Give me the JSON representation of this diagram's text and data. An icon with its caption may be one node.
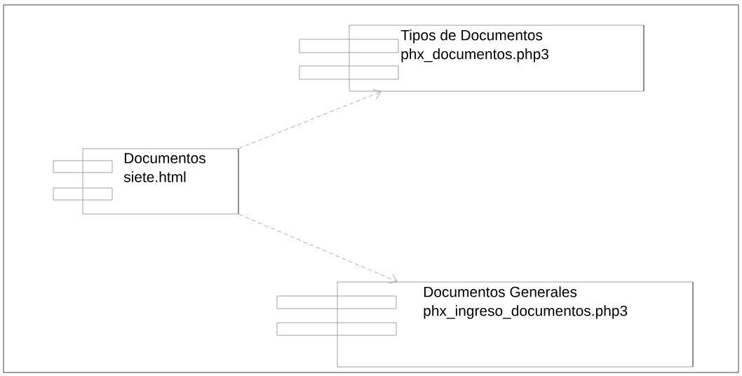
{
  "diagram": {
    "nodes": [
      {
        "text": [
          "Documentos",
          "siete.html"
        ]
      },
      {
        "text": [
          "Tipos de Documentos",
          "phx_documentos.php3"
        ]
      },
      {
        "text": [
          "Documentos Generales",
          "phx_ingreso_documentos.php3"
        ]
      }
    ],
    "edges": [
      {
        "from": 0,
        "to": 1,
        "arrow": "to",
        "style": "dashed"
      },
      {
        "from": 0,
        "to": 2,
        "arrow": "to",
        "style": "dashed"
      }
    ]
  }
}
